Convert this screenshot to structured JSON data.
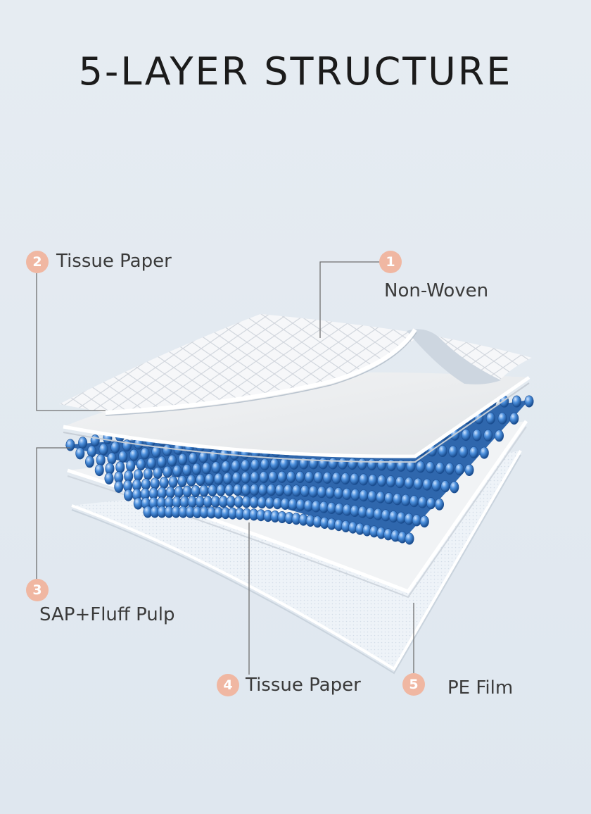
{
  "title": "5-LAYER STRUCTURE",
  "colors": {
    "background": "#e4ebf2",
    "badge": "#f0b7a2",
    "leader_line": "#6f6f6f",
    "sap_blue": "#2f73c4"
  },
  "layers": [
    {
      "number": "1",
      "name": "Non-Woven"
    },
    {
      "number": "2",
      "name": "Tissue Paper"
    },
    {
      "number": "3",
      "name": "SAP+Fluff Pulp"
    },
    {
      "number": "4",
      "name": "Tissue Paper"
    },
    {
      "number": "5",
      "name": "PE Film"
    }
  ]
}
